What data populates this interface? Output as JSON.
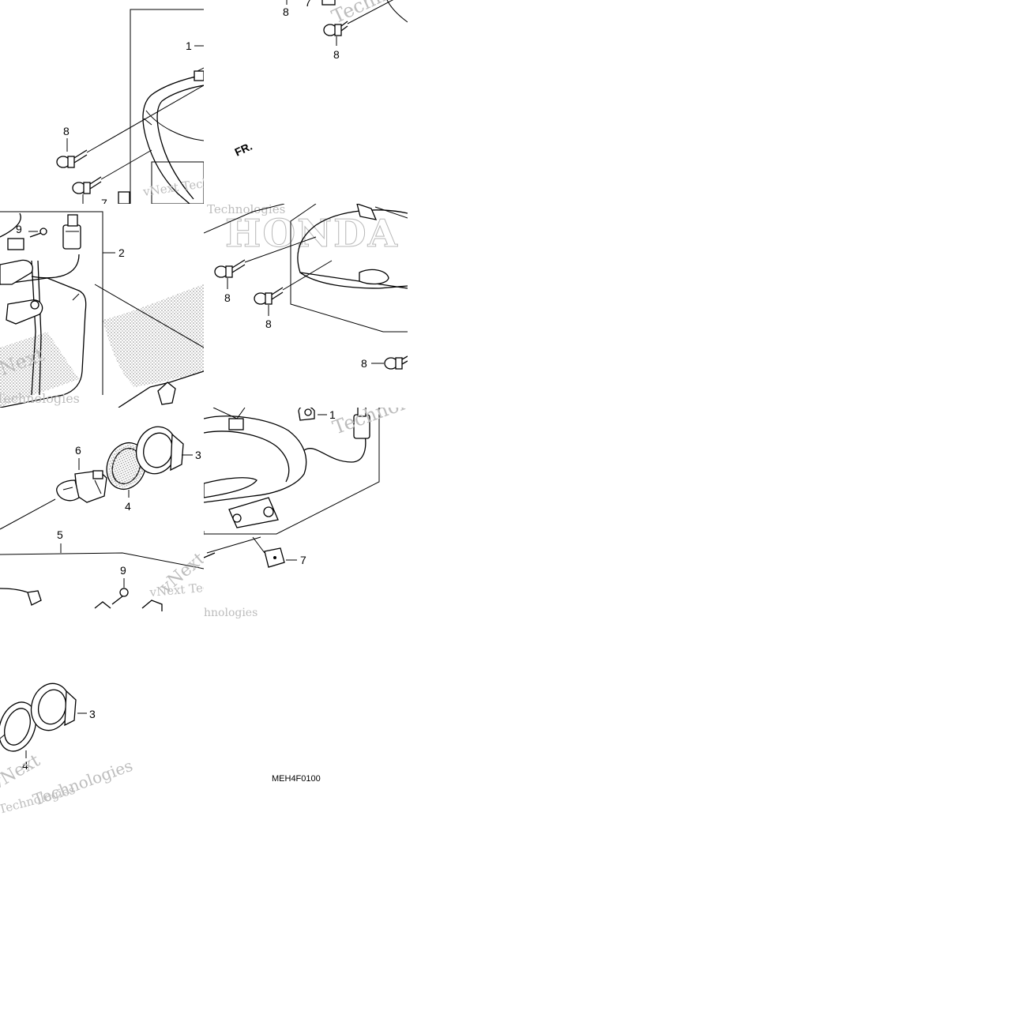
{
  "diagram": {
    "direction_label": "FR.",
    "drawing_code": "MEH4F0100",
    "callouts": {
      "p1": "1",
      "p2": "2",
      "p3": "3",
      "p4": "4",
      "p5": "5",
      "p6": "6",
      "p7": "7",
      "p8": "8",
      "p9": "9"
    }
  },
  "watermark": {
    "brand": "HONDA",
    "line1": "vNext Technologies",
    "line2": "vNext",
    "line3": "Technologies",
    "line4": "Technologies",
    "line5": "vNext Tec",
    "line6": "hnologies"
  },
  "colors": {
    "ink": "#000000",
    "background": "#ffffff",
    "watermark": "#bdbdbd"
  }
}
